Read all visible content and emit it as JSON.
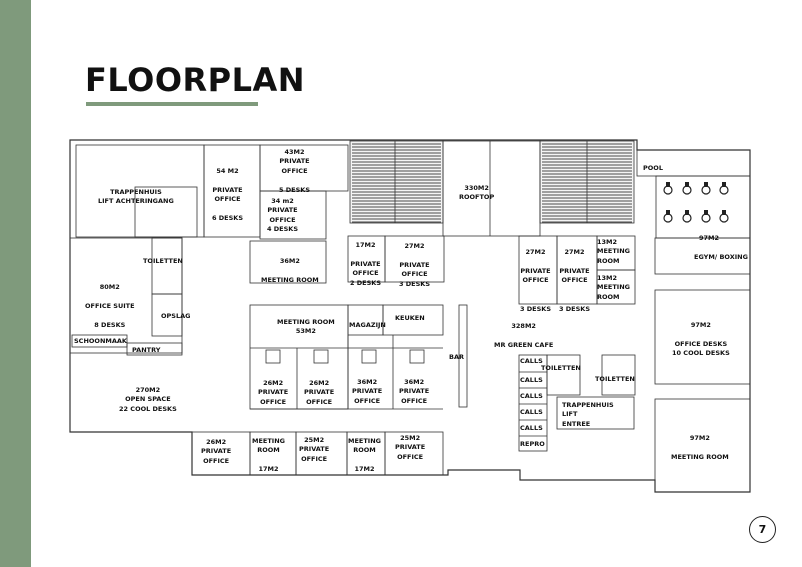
{
  "page": {
    "title": "FLOORPLAN",
    "page_number": "7",
    "accent_color": "#7f9a7c"
  },
  "rooms": {
    "trappenhuis_achter": "TRAPPENHUIS\nLIFT ACHTERINGANG",
    "office_54": "54 M2\n\nPRIVATE\nOFFICE\n\n6 DESKS",
    "office_43": "43M2\nPRIVATE\nOFFICE\n\n5 DESKS",
    "office_34": "34 m2\nPRIVATE\nOFFICE\n4 DESKS",
    "rooftop": "330M2\nROOFTOP",
    "pool": "POOL",
    "toiletten_left": "TOILETTEN",
    "office_suite": "80M2\n\nOFFICE SUITE\n\n8 DESKS",
    "opslag": "OPSLAG",
    "schoonmaak": "SCHOONMAAK",
    "pantry": "PANTRY",
    "meeting_36": "36M2\n\nMEETING ROOM",
    "office_17": "17M2\n\nPRIVATE\nOFFICE\n2 DESKS",
    "office_27a": "27M2\n\nPRIVATE\nOFFICE\n3 DESKS",
    "office_27b": "27M2\n\nPRIVATE\nOFFICE\n\n\n3 DESKS",
    "office_27c": "27M2\n\nPRIVATE\nOFFICE\n\n\n3 DESKS",
    "meeting_13a": "13M2\nMEETING\nROOM",
    "meeting_13b": "13M2\nMEETING\nROOM",
    "egym_area": "97M2",
    "egym": "EGYM/ BOXING",
    "office_desks": "97M2\n\nOFFICE DESKS\n10 COOL DESKS",
    "meeting_53": "MEETING ROOM\n53M2",
    "magazijn": "MAGAZIJN",
    "keuken": "KEUKEN",
    "cafe": "328M2\n\nMR GREEN CAFE",
    "bar": "BAR",
    "open_space": "270M2\nOPEN SPACE\n22 COOL DESKS",
    "office_26a": "26M2\nPRIVATE\nOFFICE",
    "office_26b": "26M2\nPRIVATE\nOFFICE",
    "office_36a": "36M2\nPRIVATE\nOFFICE",
    "office_36b": "36M2\nPRIVATE\nOFFICE",
    "calls_1": "CALLS",
    "calls_2": "CALLS",
    "calls_3": "CALLS",
    "calls_4": "CALLS",
    "calls_5": "CALLS",
    "repro": "REPRO",
    "toiletten_mid": "TOILETTEN",
    "toiletten_right": "TOILETTEN",
    "trappenhuis_entree": "TRAPPENHUIS\nLIFT\nENTREE",
    "office_26c": "26M2\nPRIVATE\nOFFICE",
    "meeting_17a": "MEETING\nROOM\n\n17M2",
    "office_25a": "25M2\nPRIVATE\nOFFICE",
    "meeting_17b": "MEETING\nROOM\n\n17M2",
    "office_25b": "25M2\nPRIVATE\nOFFICE",
    "meeting_97": "97M2\n\nMEETING ROOM"
  }
}
